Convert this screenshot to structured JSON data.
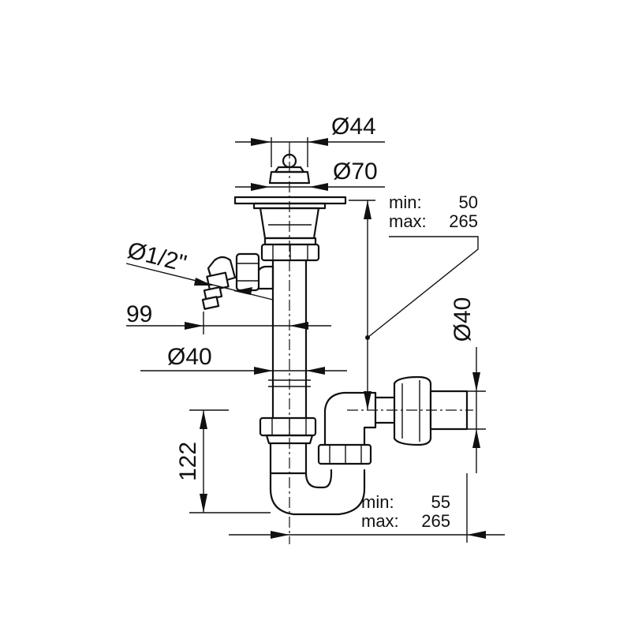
{
  "dimensions": {
    "top_diameter": "Ø44",
    "flange_diameter": "Ø70",
    "side_inlet": "Ø1/2\"",
    "inlet_offset": "99",
    "pipe_diameter": "Ø40",
    "trap_height": "122",
    "outlet_diameter": "Ø40"
  },
  "ranges": {
    "vertical": {
      "min_label": "min:",
      "min_value": "50",
      "max_label": "max:",
      "max_value": "265"
    },
    "horizontal": {
      "min_label": "min:",
      "min_value": "55",
      "max_label": "max:",
      "max_value": "265"
    }
  }
}
